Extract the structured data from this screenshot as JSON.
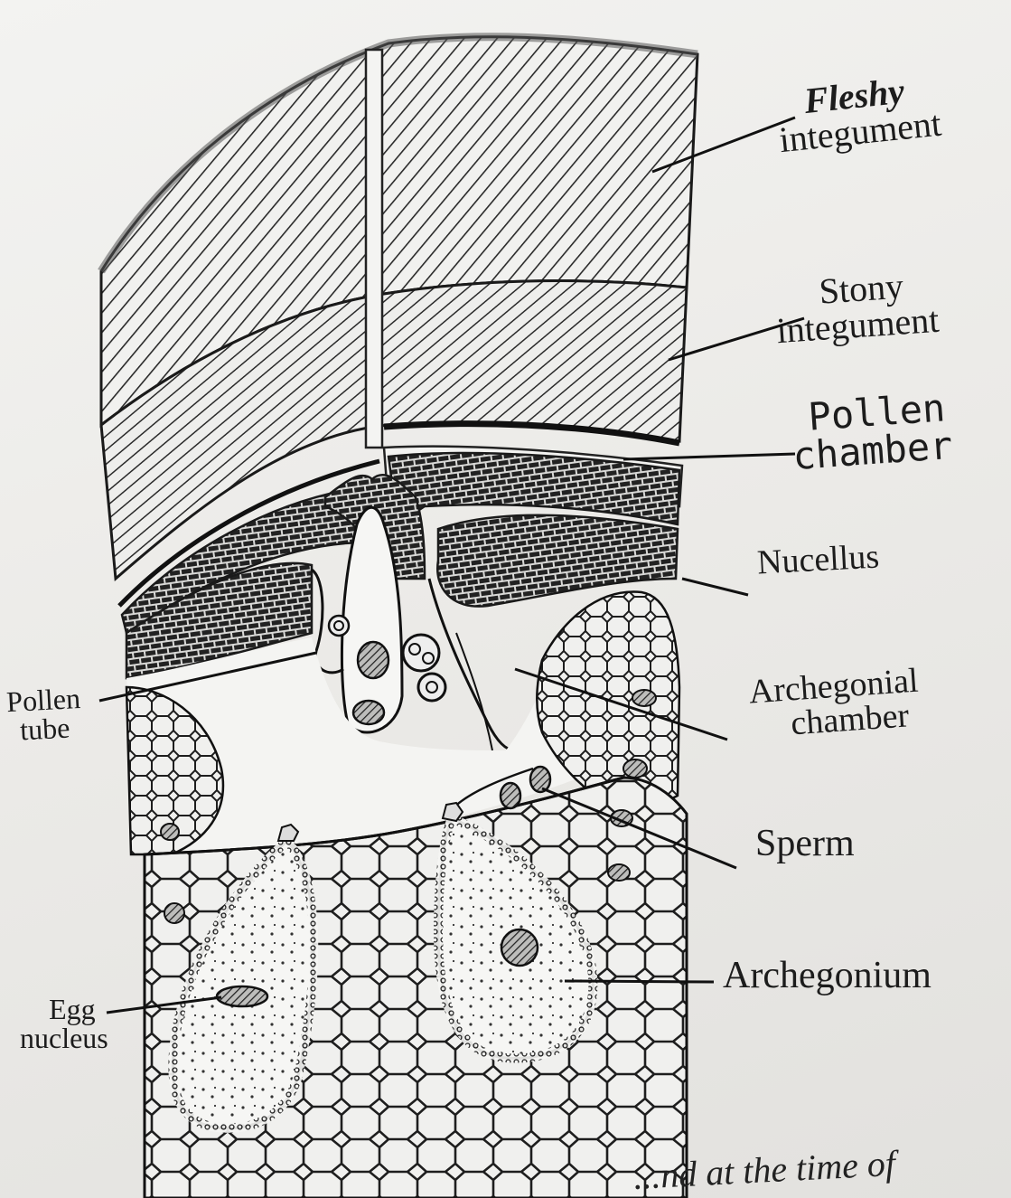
{
  "diagram": {
    "labels": {
      "fleshy_integument": [
        "Fleshy",
        "integument"
      ],
      "stony_integument": [
        "Stony",
        "integument"
      ],
      "pollen_chamber": [
        "Pollen",
        "chamber"
      ],
      "nucellus": "Nucellus",
      "archegonial_chamber": [
        "Archegonial",
        "chamber"
      ],
      "sperm": "Sperm",
      "archegonium": "Archegonium",
      "pollen_tube": [
        "Pollen",
        "tube"
      ],
      "egg_nucleus": [
        "Egg",
        "nucleus"
      ]
    },
    "caption_fragment": "...nd at the time of"
  }
}
